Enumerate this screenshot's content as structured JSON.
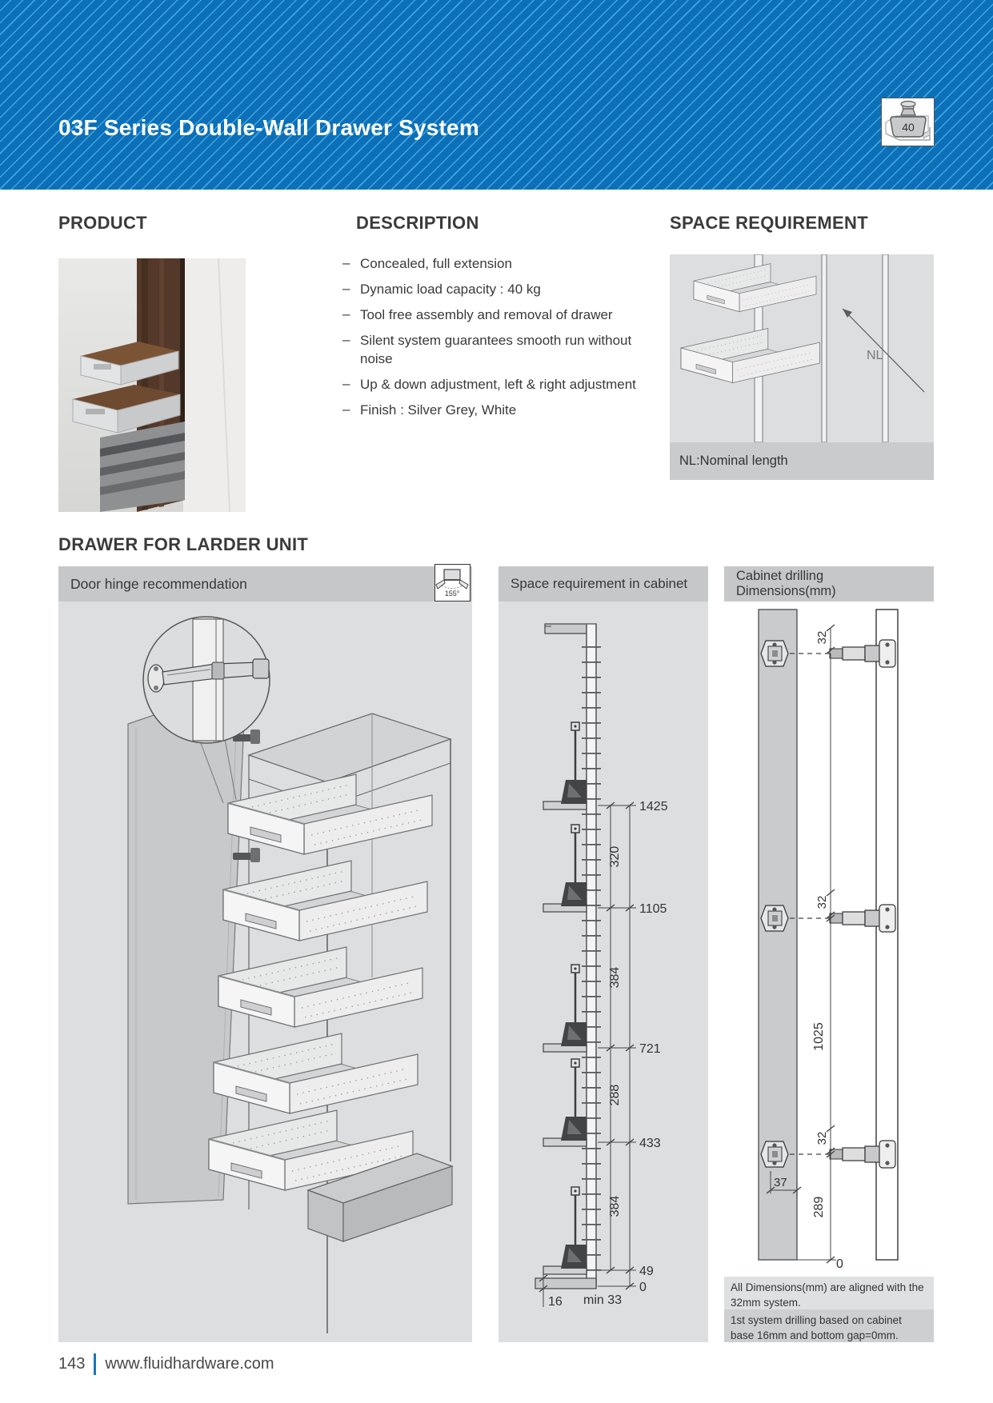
{
  "header": {
    "title": "03F Series Double-Wall Drawer System",
    "load_capacity": "40"
  },
  "product": {
    "heading": "PRODUCT"
  },
  "description": {
    "heading": "DESCRIPTION",
    "items": [
      "Concealed, full extension",
      "Dynamic load capacity : 40 kg",
      "Tool free assembly and removal of drawer",
      "Silent system guarantees smooth run without noise",
      "Up & down adjustment, left & right adjustment",
      "Finish : Silver Grey, White"
    ]
  },
  "space_requirement": {
    "heading": "SPACE REQUIREMENT",
    "dimension_label": "NL",
    "note": "NL:Nominal length"
  },
  "larder": {
    "heading": "DRAWER FOR LARDER UNIT",
    "door_hinge_panel": {
      "title": "Door hinge recommendation",
      "hinge_angle": "155°"
    },
    "space_panel": {
      "title": "Space requirement in cabinet",
      "positions": [
        "1425",
        "1105",
        "721",
        "433",
        "49",
        "0"
      ],
      "spacings": [
        "320",
        "384",
        "288",
        "384"
      ],
      "base_thickness": "16",
      "min_reveal": "min 33"
    },
    "drilling_panel": {
      "title": "Cabinet drilling Dimensions(mm)",
      "grid_offsets": [
        "32",
        "32",
        "32"
      ],
      "span_upper": "1025",
      "span_lower": "289",
      "plate_offset": "37",
      "baseline": "0",
      "notes": [
        "All Dimensions(mm) are aligned with the 32mm system.",
        "1st system drilling based on cabinet base 16mm and bottom gap=0mm."
      ]
    }
  },
  "footer": {
    "page_number": "143",
    "website": "www.fluidhardware.com"
  },
  "colors": {
    "header_blue": "#0c6fb8",
    "stripe_blue": "#50b9eb",
    "accent_blue": "#1b75bb",
    "panel_header_gray": "#c5c7c9",
    "panel_body_gray": "#dddedf"
  }
}
